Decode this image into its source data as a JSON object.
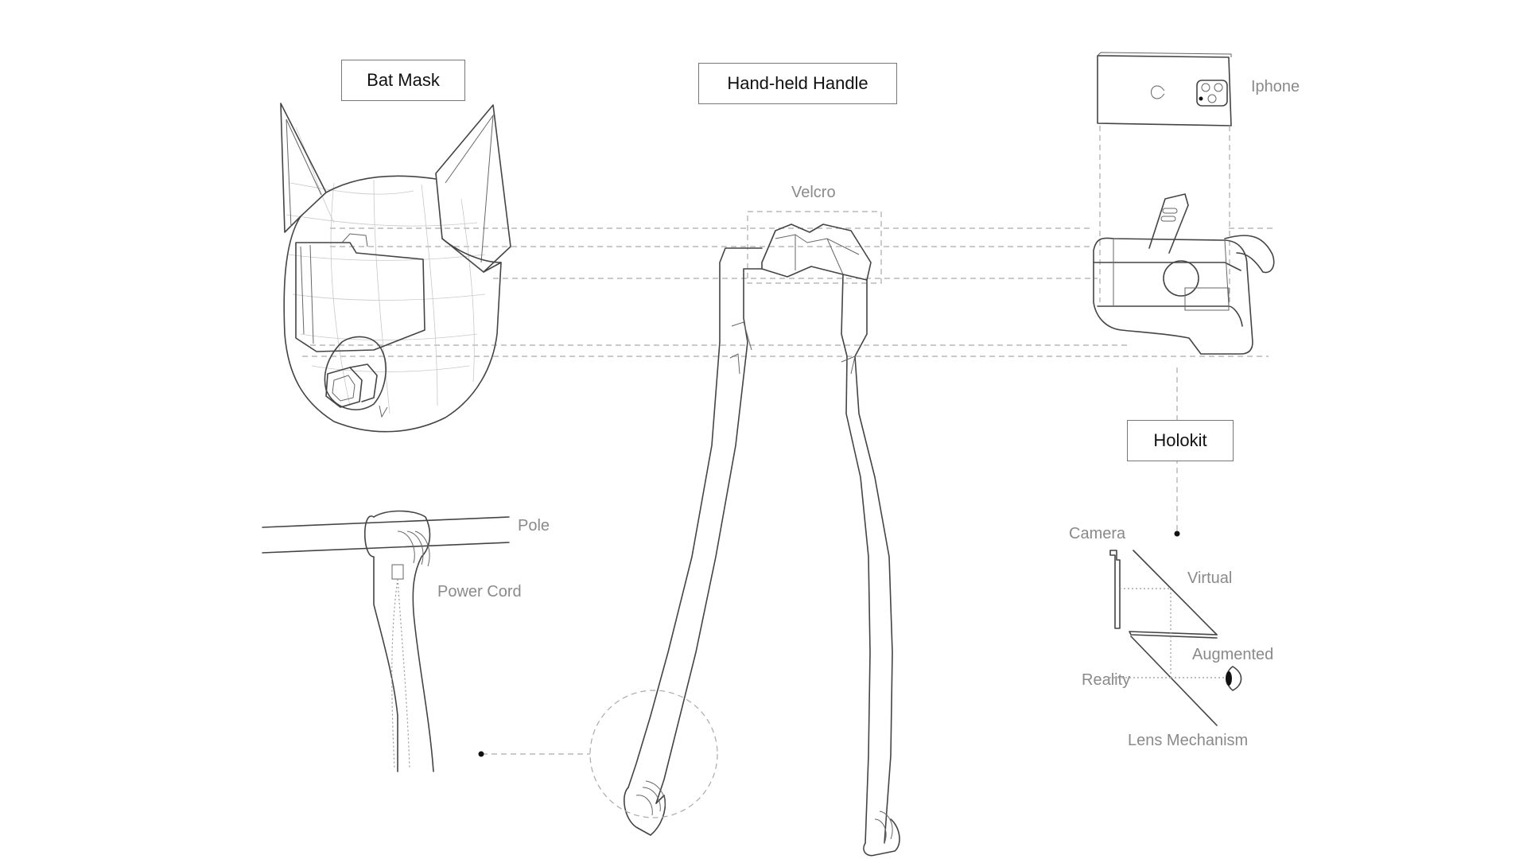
{
  "labels": {
    "bat_mask": "Bat Mask",
    "handheld_handle": "Hand-held Handle",
    "holokit": "Holokit"
  },
  "annotations": {
    "iphone": "Iphone",
    "velcro": "Velcro",
    "pole": "Pole",
    "power_cord": "Power Cord",
    "camera": "Camera",
    "virtual": "Virtual",
    "augmented": "Augmented",
    "reality": "Reality",
    "lens_mechanism": "Lens Mechanism"
  }
}
